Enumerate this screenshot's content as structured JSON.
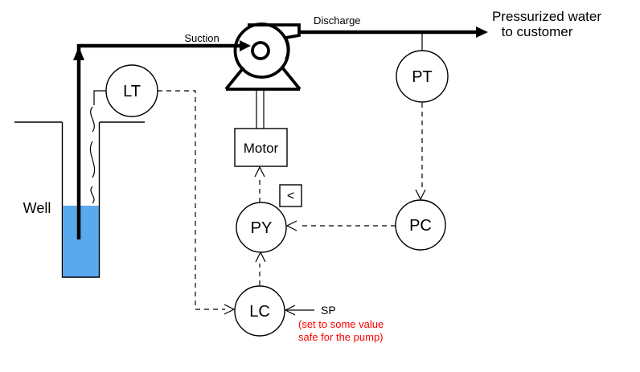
{
  "diagram": {
    "title_line1": "Pressurized water",
    "title_line2": "to customer",
    "labels": {
      "suction": "Suction",
      "discharge": "Discharge",
      "well": "Well",
      "sp": "SP",
      "note_line1": "(set to some value",
      "note_line2": "safe for the pump)"
    },
    "equipment": {
      "motor": "Motor",
      "low_select_symbol": "<"
    },
    "instruments": [
      {
        "tag": "LT"
      },
      {
        "tag": "PT"
      },
      {
        "tag": "PY"
      },
      {
        "tag": "PC"
      },
      {
        "tag": "LC"
      }
    ],
    "colors": {
      "line": "#000000",
      "water": "#58a9ee",
      "note_text": "#ff0000",
      "background": "#ffffff"
    }
  }
}
